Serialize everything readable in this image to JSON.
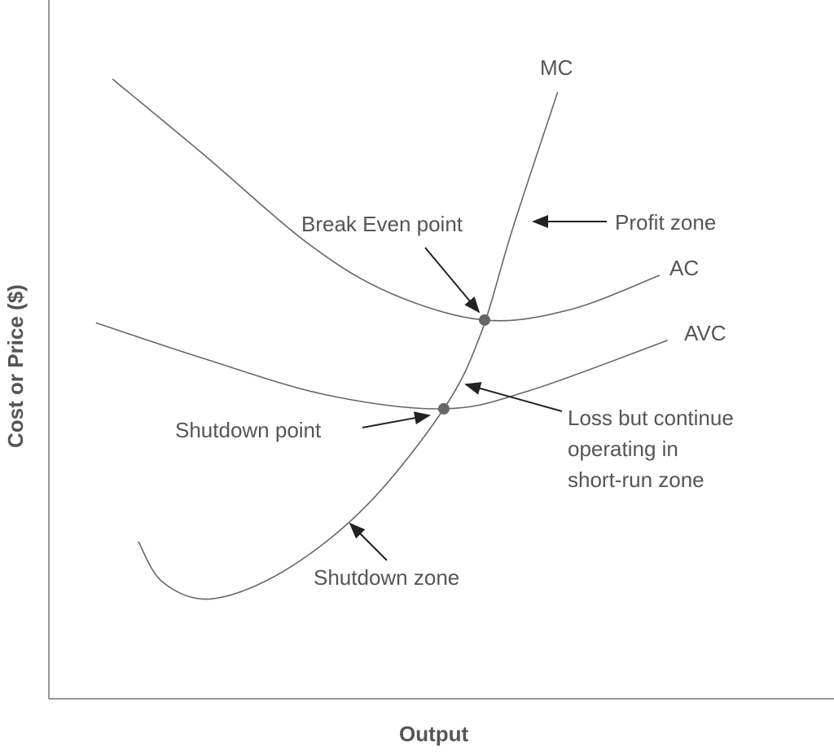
{
  "chart_data": {
    "type": "line",
    "title": "",
    "xlabel": "Output",
    "ylabel": "Cost or Price ($)",
    "xlim": [
      0,
      100
    ],
    "ylim": [
      0,
      100
    ],
    "grid": false,
    "series": [
      {
        "name": "AC",
        "x": [
          8.1,
          19.7,
          33.2,
          43.6,
          55.5,
          66.4,
          77.8
        ],
        "y": [
          88.7,
          77.9,
          65.0,
          58.0,
          54.2,
          55.7,
          60.6
        ]
      },
      {
        "name": "AVC",
        "x": [
          6.0,
          19.7,
          35.3,
          50.3,
          61.2,
          78.8
        ],
        "y": [
          53.8,
          48.7,
          43.5,
          41.5,
          44.1,
          51.3
        ]
      },
      {
        "name": "MC",
        "x": [
          11.4,
          14.5,
          20.7,
          30.1,
          40.5,
          50.3,
          55.0,
          59.1,
          64.8
        ],
        "y": [
          22.5,
          16.7,
          14.3,
          18.4,
          27.7,
          41.5,
          52.2,
          67.4,
          86.8
        ]
      }
    ],
    "points": [
      {
        "name": "Break Even point",
        "x": 55.5,
        "y": 54.2
      },
      {
        "name": "Shutdown point",
        "x": 50.3,
        "y": 41.5
      }
    ],
    "annotations": {
      "break_even": "Break Even point",
      "profit_zone": "Profit zone",
      "shutdown_point": "Shutdown point",
      "loss_line1": "Loss but continue",
      "loss_line2": "operating in",
      "loss_line3": "short-run zone",
      "shutdown_zone": "Shutdown zone"
    },
    "colors": {
      "curve": "#666666",
      "point": "#666666",
      "text": "#555555"
    }
  }
}
